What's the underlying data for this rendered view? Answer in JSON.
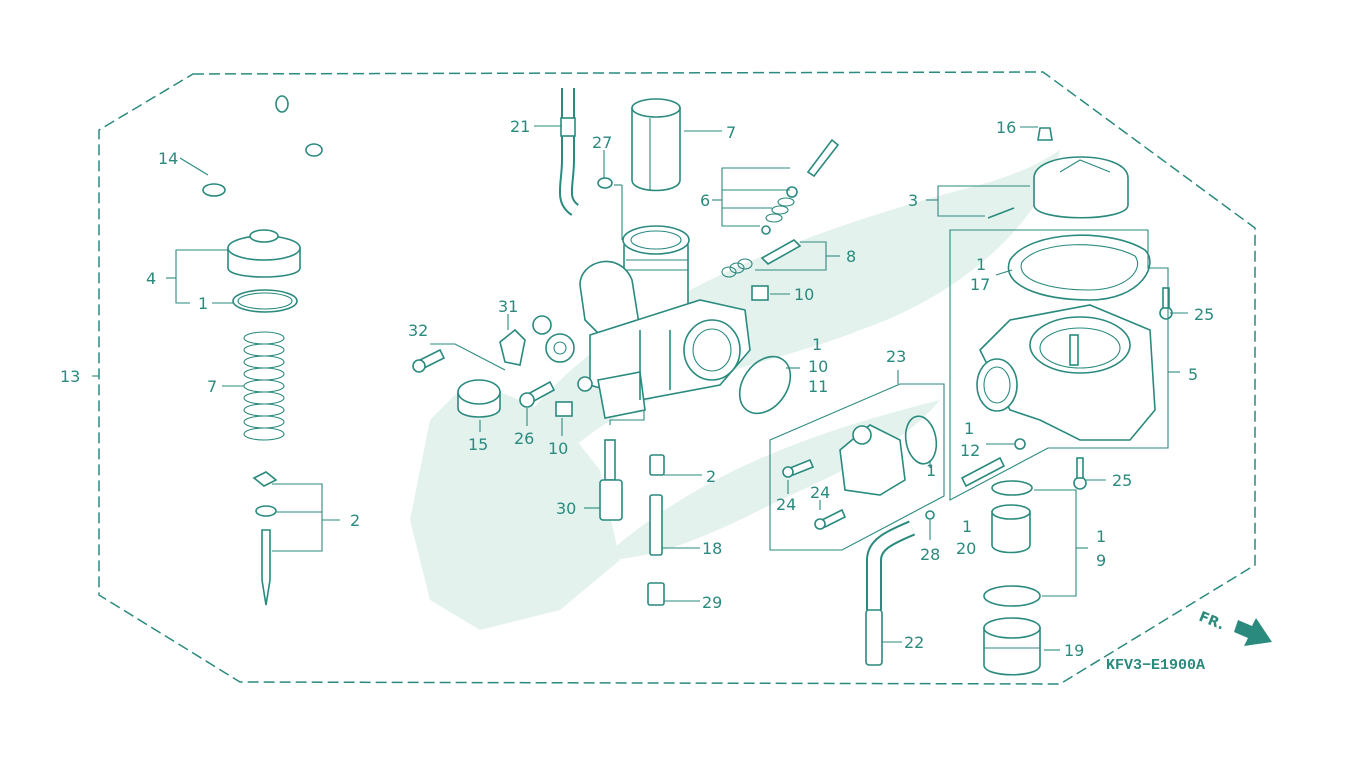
{
  "diagram": {
    "code": "KFV3−E1900A",
    "direction_label": "FR.",
    "colors": {
      "ink": "#2a8a7e",
      "watermark": "#e4f2ee",
      "background": "#ffffff"
    },
    "callouts": {
      "c13": "13",
      "c14": "14",
      "c4": "4",
      "c1a": "1",
      "c7a": "7",
      "c2a": "2",
      "c21": "21",
      "c27": "27",
      "c7b": "7",
      "c6": "6",
      "c8": "8",
      "c10a": "10",
      "c31": "31",
      "c32": "32",
      "c15": "15",
      "c26": "26",
      "c10b": "10",
      "c1b": "1",
      "c10c": "10",
      "c11": "11",
      "c30": "30",
      "c2b": "2",
      "c18": "18",
      "c29": "29",
      "c23": "23",
      "c24a": "24",
      "c24b": "24",
      "c1c": "1",
      "c28": "28",
      "c22": "22",
      "c16": "16",
      "c3": "3",
      "c1d": "1",
      "c17": "17",
      "c25a": "25",
      "c5": "5",
      "c1e": "1",
      "c12": "12",
      "c25b": "25",
      "c1f": "1",
      "c20": "20",
      "c1g": "1",
      "c9": "9",
      "c19": "19"
    }
  }
}
